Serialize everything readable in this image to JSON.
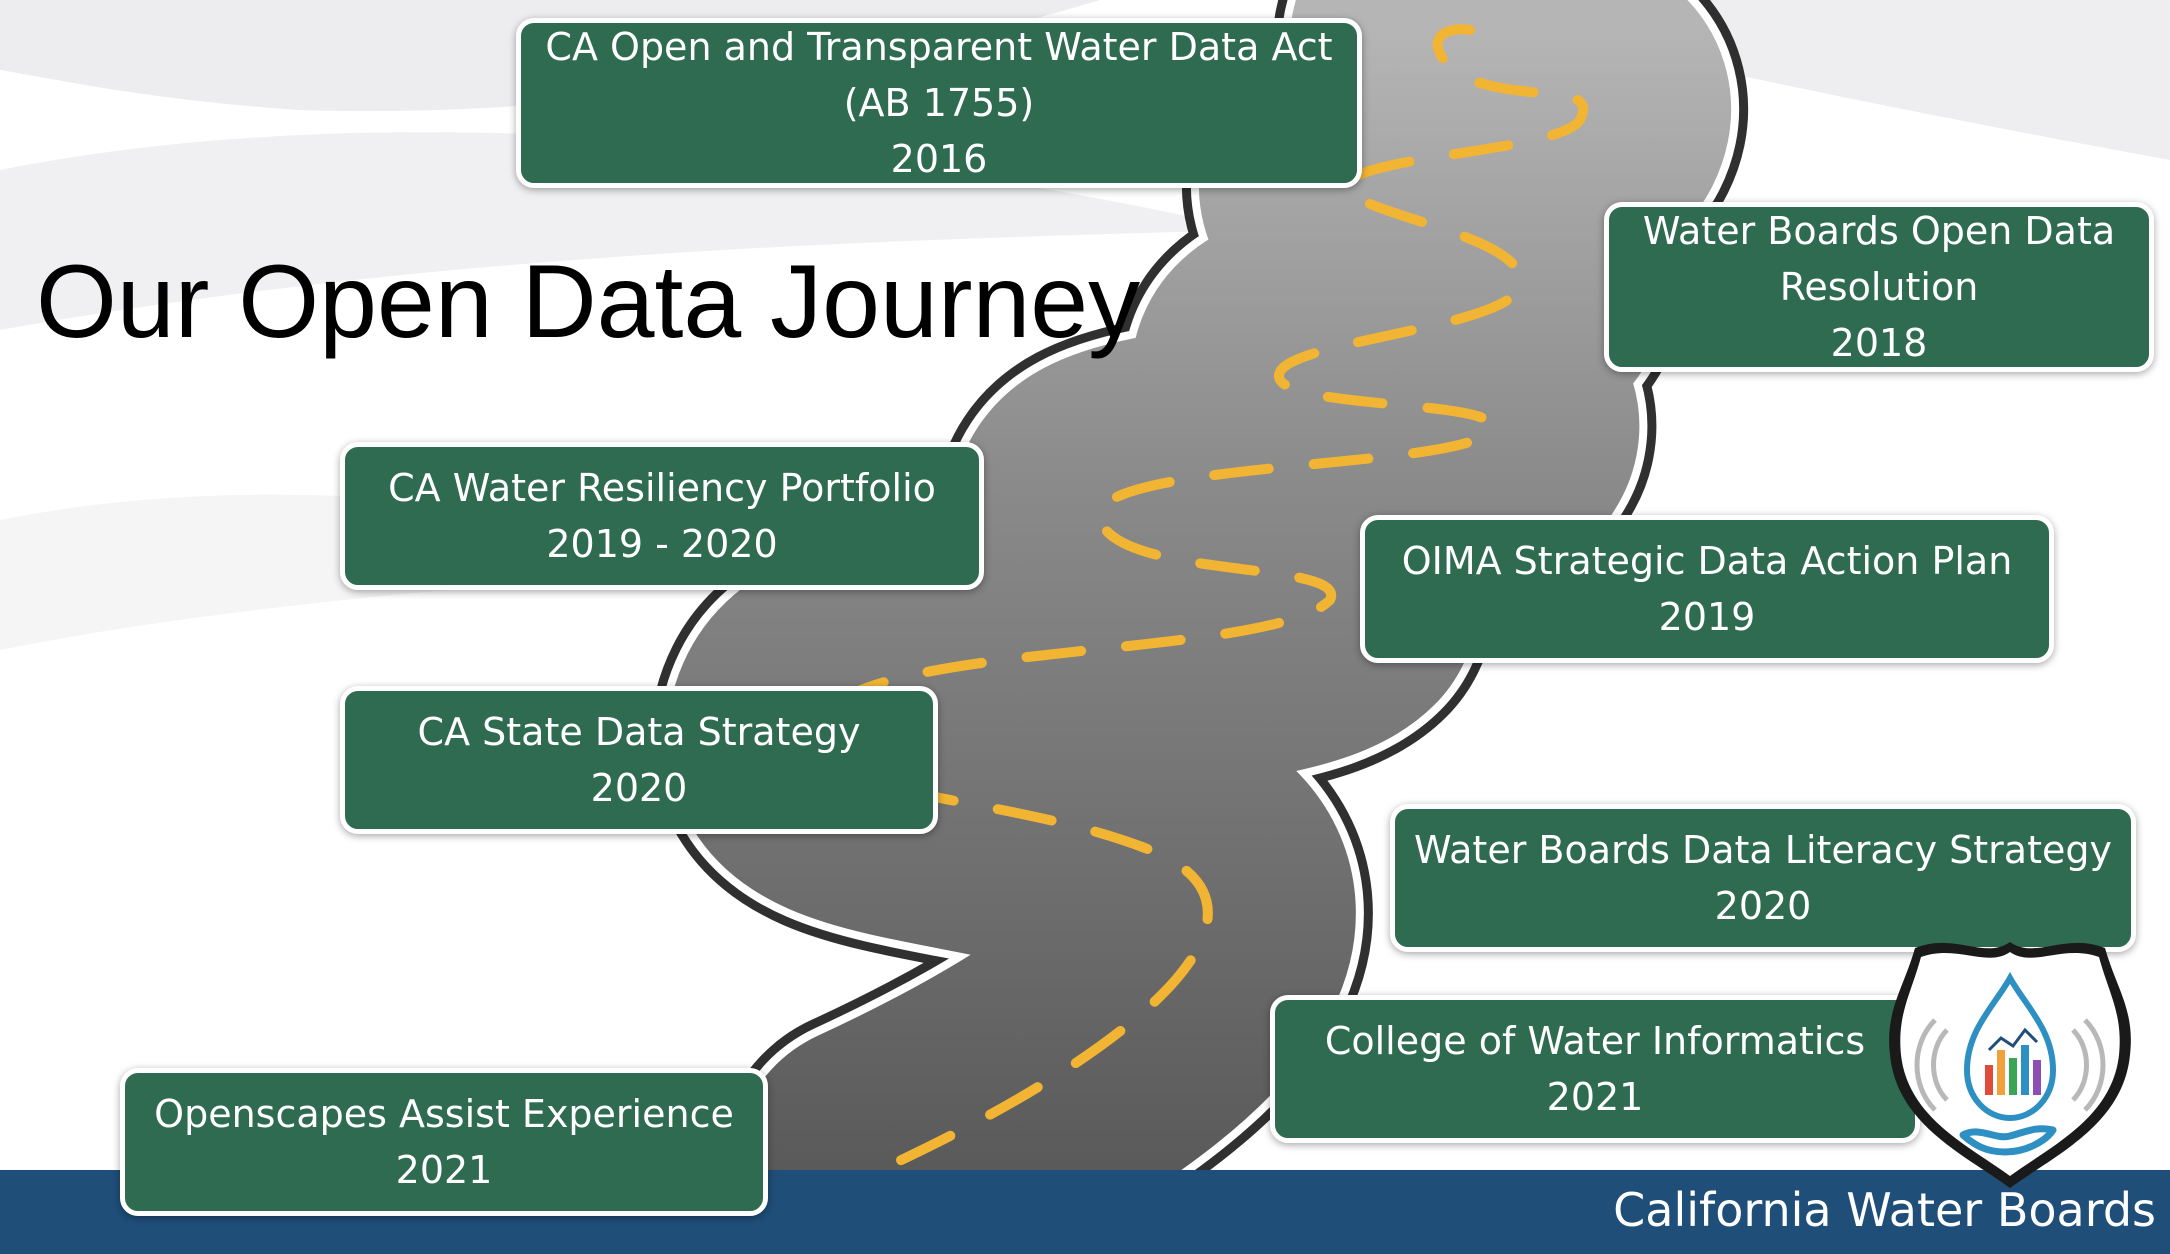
{
  "slide": {
    "title": "Our Open Data Journey",
    "footer": "California Water Boards"
  },
  "milestones": [
    {
      "name": "CA Open and Transparent Water Data Act",
      "detail": "(AB 1755)",
      "year": "2016"
    },
    {
      "name": "Water Boards Open Data",
      "detail": "Resolution",
      "year": "2018"
    },
    {
      "name": "CA Water Resiliency Portfolio",
      "year": "2019 - 2020"
    },
    {
      "name": "OIMA Strategic Data Action Plan",
      "year": "2019"
    },
    {
      "name": "CA State Data Strategy",
      "year": "2020"
    },
    {
      "name": "Water Boards Data Literacy Strategy",
      "year": "2020"
    },
    {
      "name": "College of Water Informatics",
      "year": "2021"
    },
    {
      "name": "Openscapes Assist Experience",
      "year": "2021"
    }
  ],
  "colors": {
    "box_green": "#2e6b50",
    "footer_blue": "#1f4e79",
    "road_gray": "#6e6e6e",
    "lane_yellow": "#f2b533"
  },
  "icons": [
    "road-image",
    "route-shield-logo",
    "water-drop-icon",
    "bar-chart-icon",
    "hand-icon"
  ]
}
